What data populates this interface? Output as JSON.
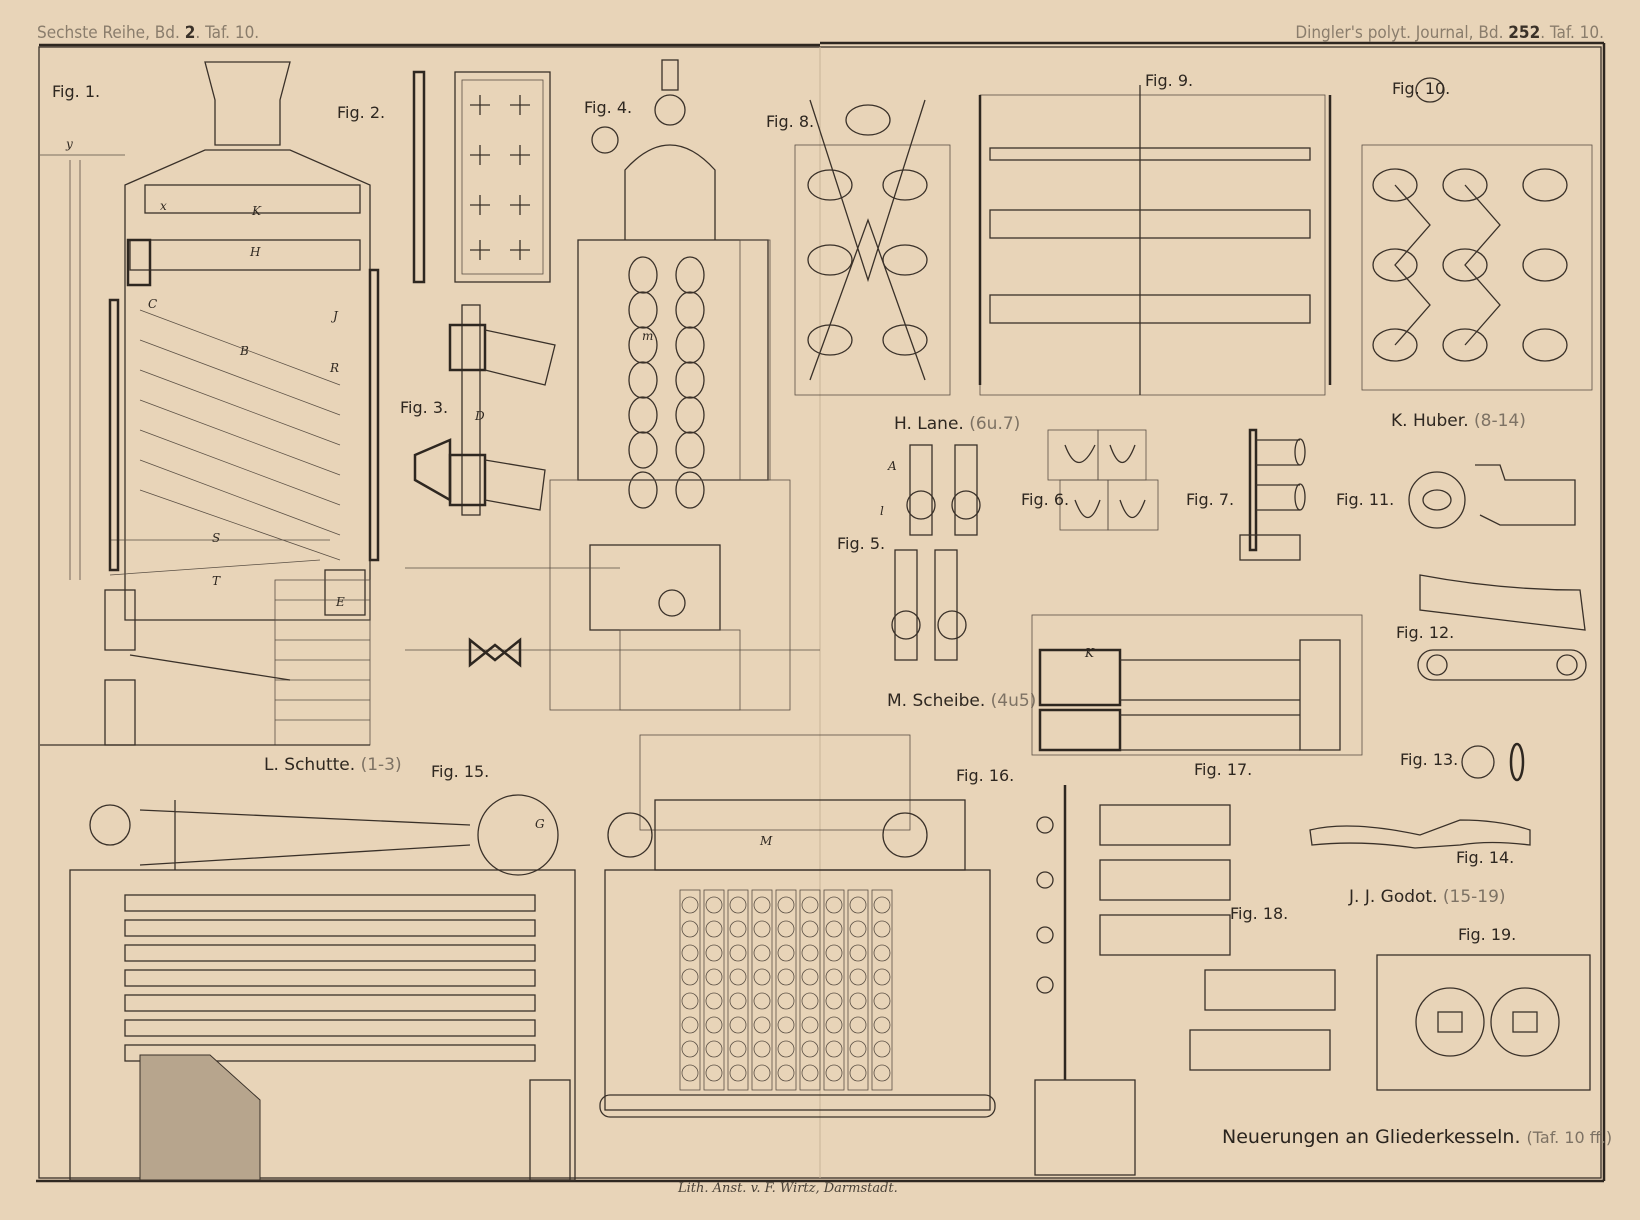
{
  "header": {
    "left_prefix": "Sechste Reihe, Bd.",
    "left_vol": "2",
    "left_suffix": ". Taf. 10.",
    "right_prefix": "Dingler's polyt. Journal, Bd.",
    "right_vol": "252",
    "right_suffix": ". Taf. 10."
  },
  "figures": {
    "f1": "Fig. 1.",
    "f2": "Fig. 2.",
    "f3": "Fig. 3.",
    "f4": "Fig. 4.",
    "f5": "Fig. 5.",
    "f6": "Fig. 6.",
    "f7": "Fig. 7.",
    "f8": "Fig. 8.",
    "f9": "Fig. 9.",
    "f10": "Fig. 10.",
    "f11": "Fig. 11.",
    "f12": "Fig. 12.",
    "f13": "Fig. 13.",
    "f14": "Fig. 14.",
    "f15": "Fig. 15.",
    "f16": "Fig. 16.",
    "f17": "Fig. 17.",
    "f18": "Fig. 18.",
    "f19": "Fig. 19."
  },
  "authors": {
    "schutte": {
      "name": "L. Schutte.",
      "range": "(1-3)"
    },
    "lane": {
      "name": "H. Lane.",
      "range": "(6u.7)"
    },
    "scheibe": {
      "name": "M. Scheibe.",
      "range": "(4u5)"
    },
    "huber": {
      "name": "K. Huber.",
      "range": "(8-14)"
    },
    "godot": {
      "name": "J. J. Godot.",
      "range": "(15-19)"
    }
  },
  "title": {
    "main": "Neuerungen an Gliederkesseln.",
    "ref": "(Taf. 10 ff.)"
  },
  "imprint": "Lith. Anst. v. F. Wirtz, Darmstadt.",
  "letters": {
    "K": "K",
    "H": "H",
    "B": "B",
    "J": "J",
    "R": "R",
    "C": "C",
    "S": "S",
    "T": "T",
    "E": "E",
    "D": "D",
    "G": "G",
    "A": "A",
    "M": "M",
    "x": "x",
    "y": "y",
    "l": "l",
    "m": "m"
  }
}
